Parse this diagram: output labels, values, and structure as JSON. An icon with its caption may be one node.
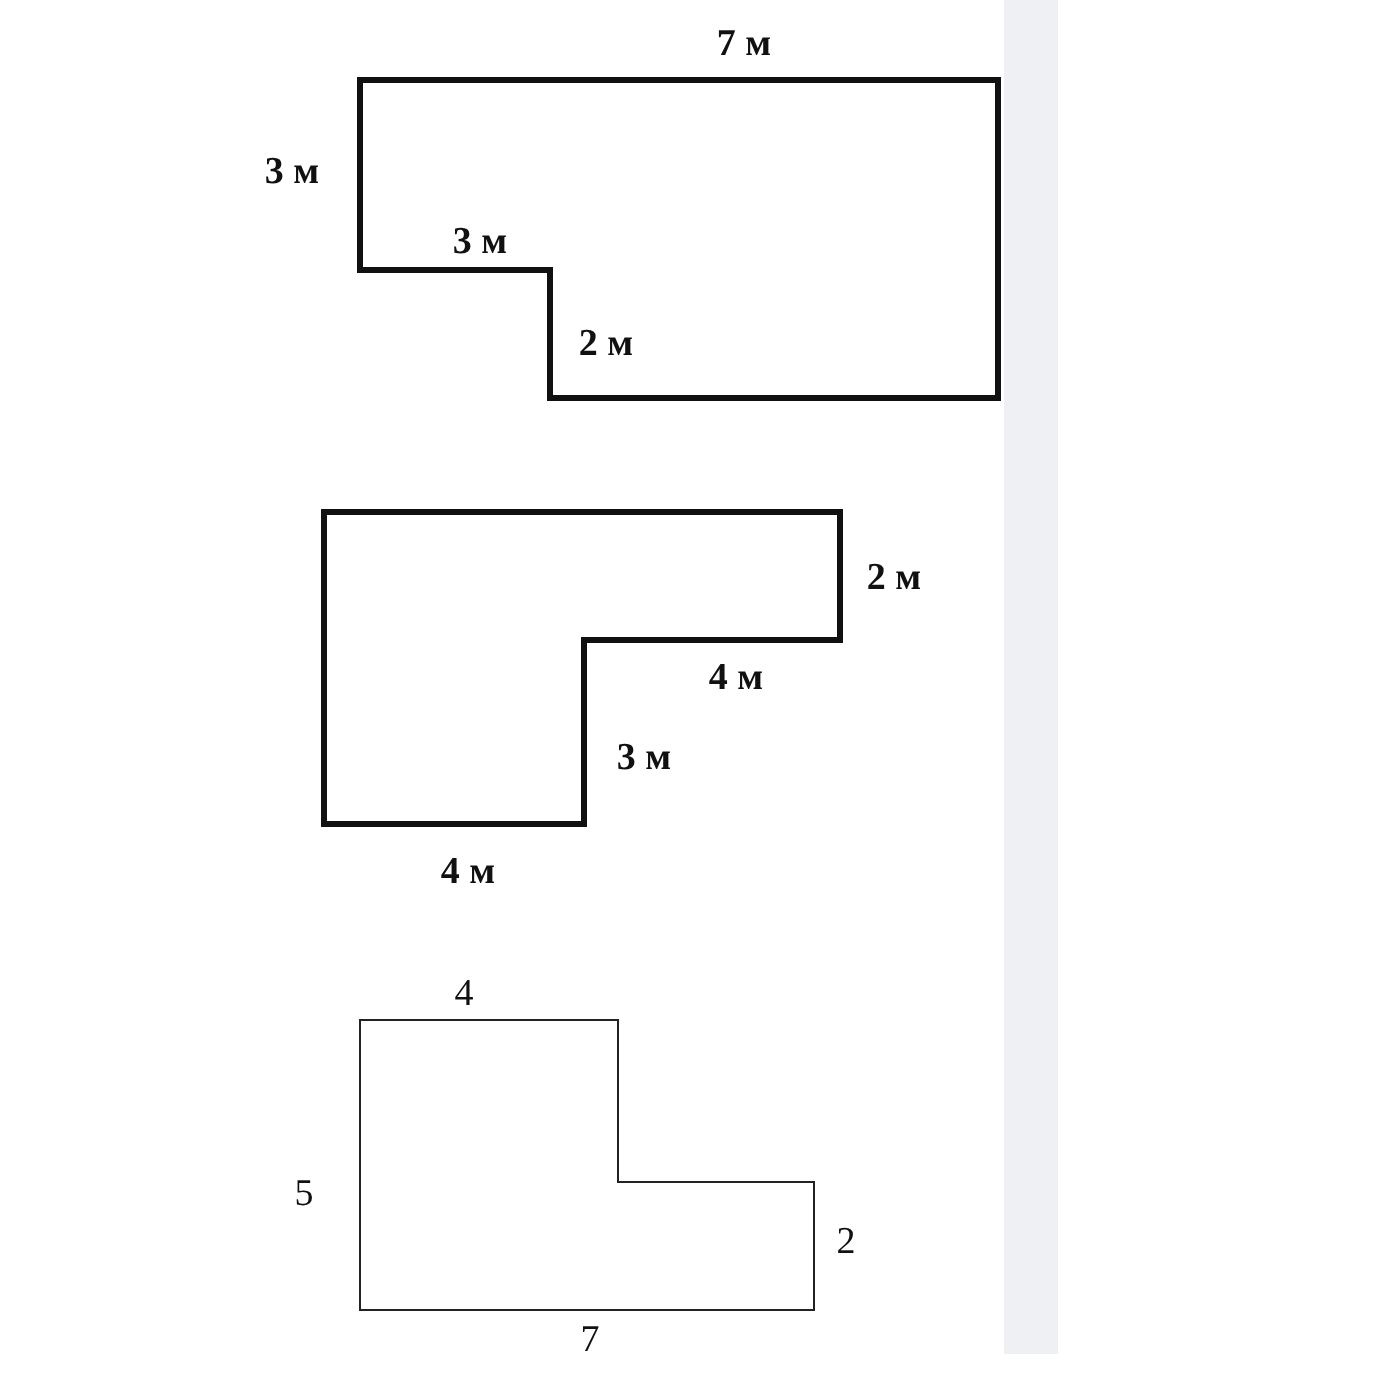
{
  "diagram": {
    "labels": [
      "7 м",
      "3 м",
      "3 м",
      "2 м",
      "2 м",
      "4 м",
      "3 м",
      "4 м",
      "4",
      "5",
      "2",
      "7"
    ]
  }
}
